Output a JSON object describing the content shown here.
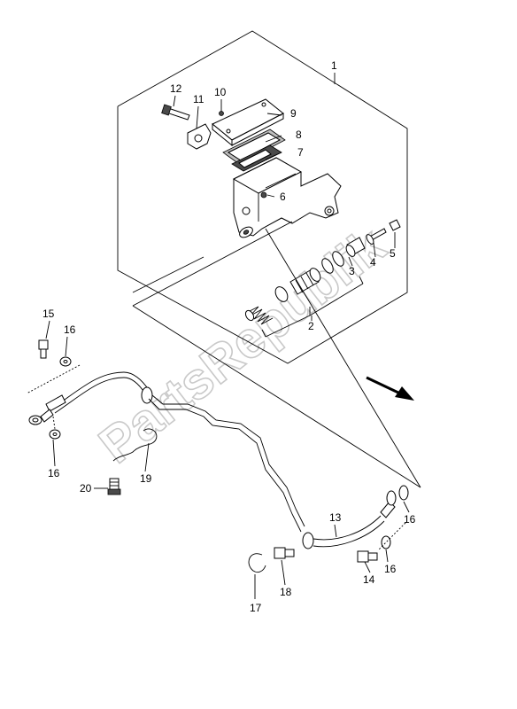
{
  "diagram": {
    "watermark": "PartsRepublik",
    "direction_arrow_icon": "arrow-down-right-icon",
    "callouts": [
      {
        "id": "1",
        "label": "1"
      },
      {
        "id": "2",
        "label": "2"
      },
      {
        "id": "3",
        "label": "3"
      },
      {
        "id": "4",
        "label": "4"
      },
      {
        "id": "5",
        "label": "5"
      },
      {
        "id": "6",
        "label": "6"
      },
      {
        "id": "7",
        "label": "7"
      },
      {
        "id": "8",
        "label": "8"
      },
      {
        "id": "9",
        "label": "9"
      },
      {
        "id": "10",
        "label": "10"
      },
      {
        "id": "11",
        "label": "11"
      },
      {
        "id": "12",
        "label": "12"
      },
      {
        "id": "13",
        "label": "13"
      },
      {
        "id": "14",
        "label": "14"
      },
      {
        "id": "15",
        "label": "15"
      },
      {
        "id": "16a",
        "label": "16"
      },
      {
        "id": "16b",
        "label": "16"
      },
      {
        "id": "16c",
        "label": "16"
      },
      {
        "id": "16d",
        "label": "16"
      },
      {
        "id": "17",
        "label": "17"
      },
      {
        "id": "18",
        "label": "18"
      },
      {
        "id": "19",
        "label": "19"
      },
      {
        "id": "20",
        "label": "20"
      }
    ]
  }
}
